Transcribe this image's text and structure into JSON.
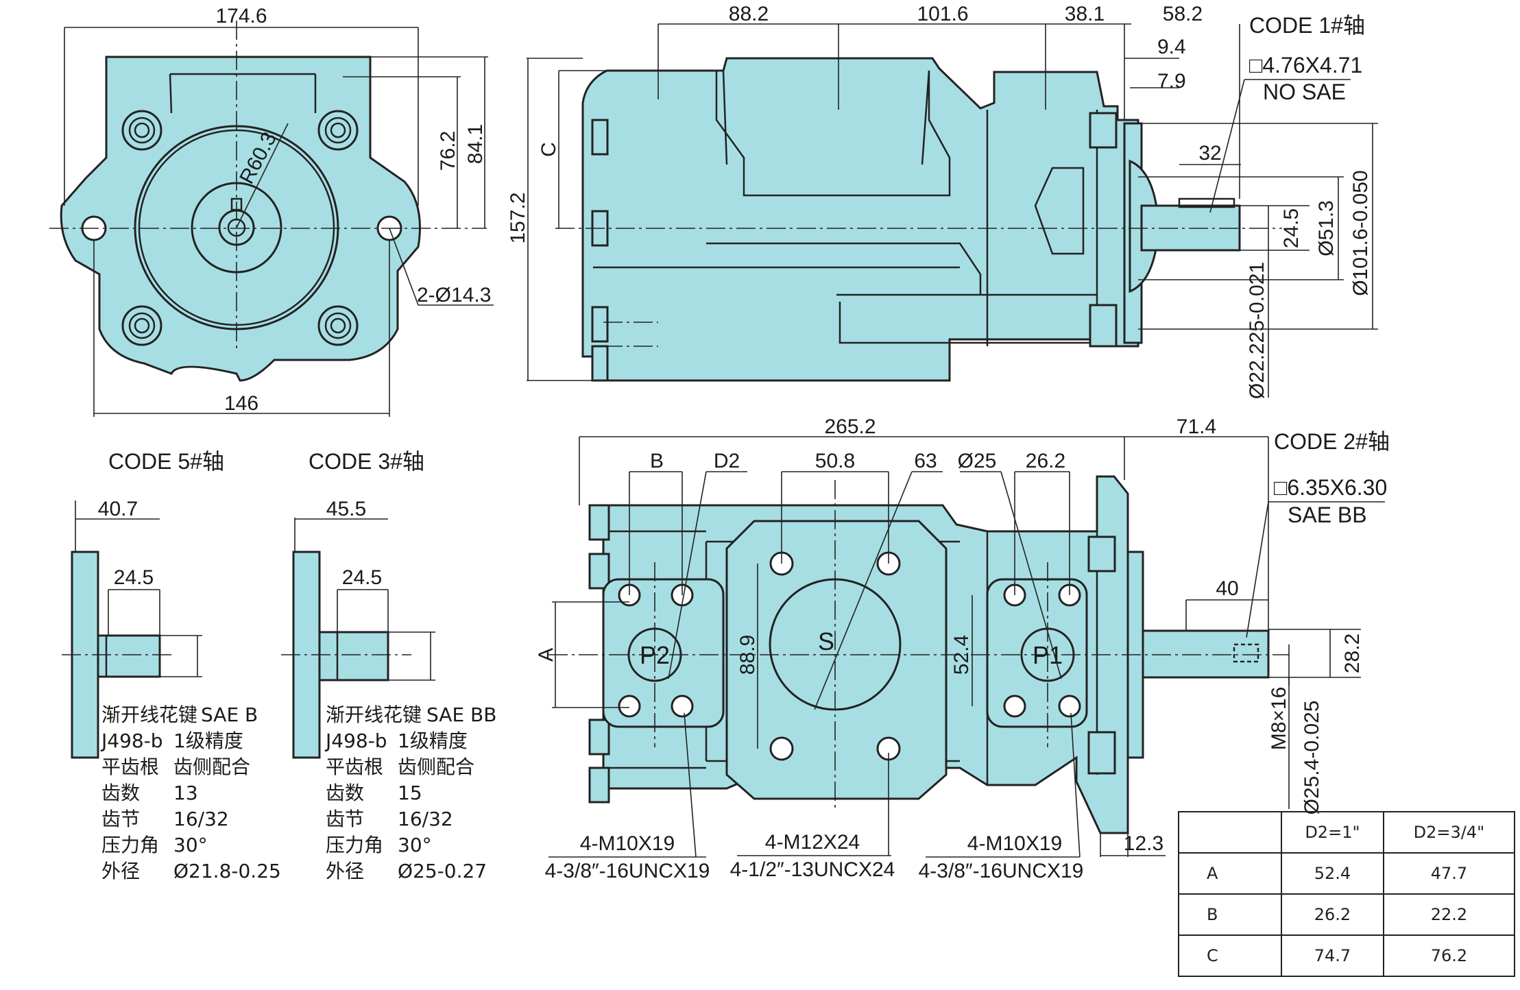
{
  "front_view": {
    "width_top": "174.6",
    "width_bottom": "146",
    "radius": "R60.3",
    "height_1": "76.2",
    "height_2": "84.1",
    "mount_holes": "2-Ø14.3"
  },
  "side_view": {
    "dims_top": [
      "88.2",
      "101.6",
      "38.1",
      "58.2"
    ],
    "dim_9_4": "9.4",
    "dim_7_9": "7.9",
    "dim_32": "32",
    "height": "157.2",
    "dim_c": "C",
    "dim_24_5": "24.5",
    "dia_51_3": "Ø51.3",
    "dia_101_6": "Ø101.6-0.050",
    "dia_shaft": "Ø22.225-0.021",
    "code1_title": "CODE 1#轴",
    "code1_key": "□4.76X4.71",
    "code1_note": "NO SAE"
  },
  "bottom_view": {
    "overall": "265.2",
    "ext": "71.4",
    "dim_b": "B",
    "dim_d2": "D2",
    "dim_50_8": "50.8",
    "dim_63": "63",
    "dim_d25": "Ø25",
    "dim_26_2": "26.2",
    "dim_a": "A",
    "dim_88_9": "88.9",
    "dim_52_4": "52.4",
    "port_p2": "P2",
    "port_s": "S",
    "port_p1": "P1",
    "dim_40": "40",
    "dim_28_2": "28.2",
    "thread_m8": "M8×16",
    "dia_25_4": "Ø25.4-0.025",
    "dim_12_3": "12.3",
    "code2_title": "CODE 2#轴",
    "code2_key": "□6.35X6.30",
    "code2_note": "SAE BB",
    "bolt_left_1": "4-M10X19",
    "bolt_left_2": "4-3/8″-16UNCX19",
    "bolt_mid_1": "4-M12X24",
    "bolt_mid_2": "4-1/2″-13UNCX24",
    "bolt_right_1": "4-M10X19",
    "bolt_right_2": "4-3/8″-16UNCX19"
  },
  "code5": {
    "title": "CODE 5#轴",
    "dim_len": "40.7",
    "dim_spline": "24.5",
    "spec": [
      [
        "渐开线花键",
        "SAE B"
      ],
      [
        "J498-b",
        "1级精度"
      ],
      [
        "平齿根",
        "齿侧配合"
      ],
      [
        "齿数",
        "13"
      ],
      [
        "齿节",
        "16/32"
      ],
      [
        "压力角",
        "30°"
      ],
      [
        "外径",
        "Ø21.8-0.25"
      ]
    ]
  },
  "code3": {
    "title": "CODE 3#轴",
    "dim_len": "45.5",
    "dim_spline": "24.5",
    "spec": [
      [
        "渐开线花键",
        "SAE BB"
      ],
      [
        "J498-b",
        "1级精度"
      ],
      [
        "平齿根",
        "齿侧配合"
      ],
      [
        "齿数",
        "15"
      ],
      [
        "齿节",
        "16/32"
      ],
      [
        "压力角",
        "30°"
      ],
      [
        "外径",
        "Ø25-0.27"
      ]
    ]
  },
  "dim_table": {
    "headers": [
      "",
      "D2=1\"",
      "D2=3/4\""
    ],
    "rows": [
      [
        "A",
        "52.4",
        "47.7"
      ],
      [
        "B",
        "26.2",
        "22.2"
      ],
      [
        "C",
        "74.7",
        "76.2"
      ]
    ]
  },
  "colors": {
    "body": "#a7dee3",
    "line": "#222222"
  }
}
